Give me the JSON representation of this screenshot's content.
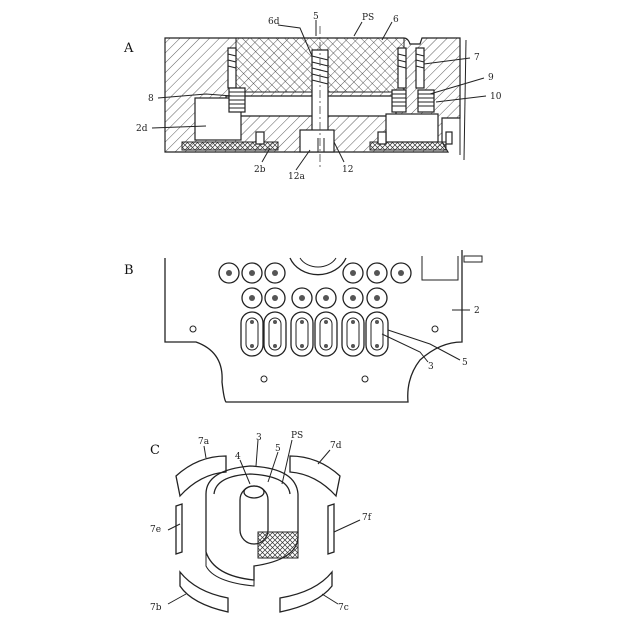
{
  "figures": {
    "a": {
      "letter": "A",
      "labels": [
        "6d",
        "5",
        "PS",
        "6",
        "7",
        "9",
        "10",
        "8",
        "2d",
        "2b",
        "12a",
        "12"
      ]
    },
    "b": {
      "letter": "B",
      "labels": [
        "2",
        "3",
        "5"
      ]
    },
    "c": {
      "letter": "C",
      "labels": [
        "7a",
        "3",
        "PS",
        "4",
        "5",
        "7d",
        "7e",
        "7f",
        "7b",
        "7c"
      ]
    }
  }
}
